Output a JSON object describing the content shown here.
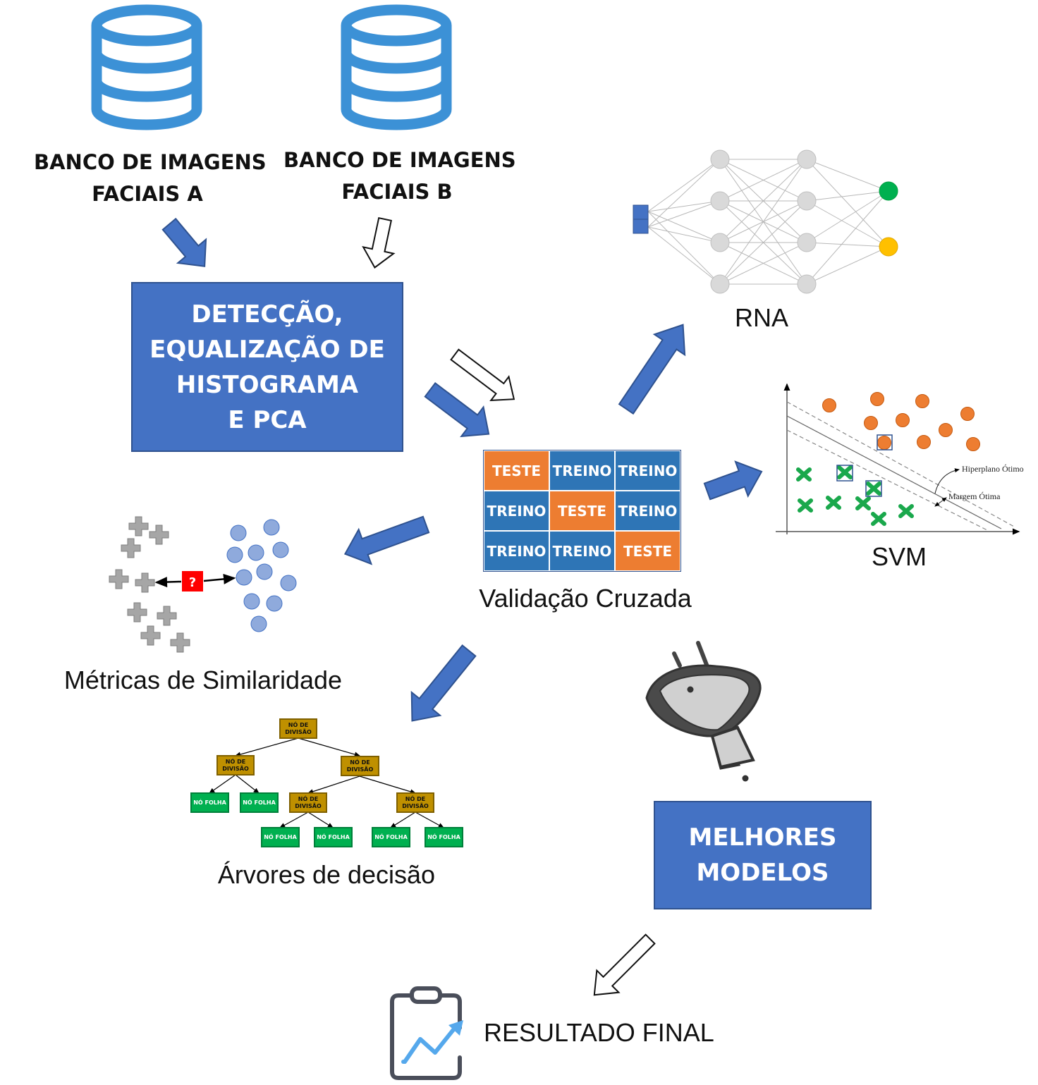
{
  "databases": {
    "a": {
      "line1": "BANCO DE IMAGENS",
      "line2": "FACIAIS  A"
    },
    "b": {
      "line1": "BANCO DE IMAGENS",
      "line2": "FACIAIS  B"
    }
  },
  "preprocessing": {
    "lines": [
      "DETECÇÃO,",
      "EQUALIZAÇÃO DE",
      "HISTOGRAMA",
      "E PCA"
    ]
  },
  "cross_validation": {
    "rows": [
      [
        "TESTE",
        "TREINO",
        "TREINO"
      ],
      [
        "TREINO",
        "TESTE",
        "TREINO"
      ],
      [
        "TREINO",
        "TREINO",
        "TESTE"
      ]
    ],
    "label": "Validação Cruzada"
  },
  "rna": {
    "label": "RNA"
  },
  "svm": {
    "label": "SVM",
    "hyperplane_label": "Hiperplano Ótimo",
    "margin_label": "Margem Ótima"
  },
  "similarity": {
    "label": "Métricas de Similaridade",
    "query_mark": "?"
  },
  "trees": {
    "label": "Árvores de decisão",
    "split_node": "NÓ DE DIVISÃO",
    "leaf_node": "NÓ FOLHA"
  },
  "best_models": {
    "lines": [
      "MELHORES",
      "MODELOS"
    ]
  },
  "final_result": {
    "label": "RESULTADO FINAL"
  },
  "colors": {
    "blue": "#4472c4",
    "db_blue": "#3c91d6",
    "orange": "#ed7d31",
    "green": "#1aa84c",
    "gold": "#bf9000",
    "leaf_green": "#00b050",
    "yellow": "#ffc000"
  }
}
